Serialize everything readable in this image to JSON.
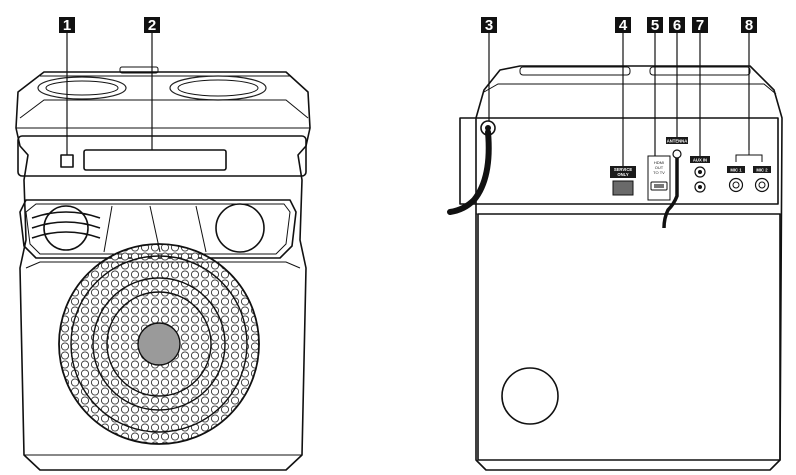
{
  "callouts": {
    "c1": "1",
    "c2": "2",
    "c3": "3",
    "c4": "4",
    "c5": "5",
    "c6": "6",
    "c7": "7",
    "c8": "8"
  },
  "rear_panel": {
    "service_only": [
      "SERVICE",
      "ONLY"
    ],
    "hdmi": [
      "HDMI",
      "OUT",
      "TO TV"
    ],
    "antenna": "ANTENNA",
    "aux_in": "AUX IN",
    "mic1": "MIC 1",
    "mic2": "MIC 2"
  }
}
